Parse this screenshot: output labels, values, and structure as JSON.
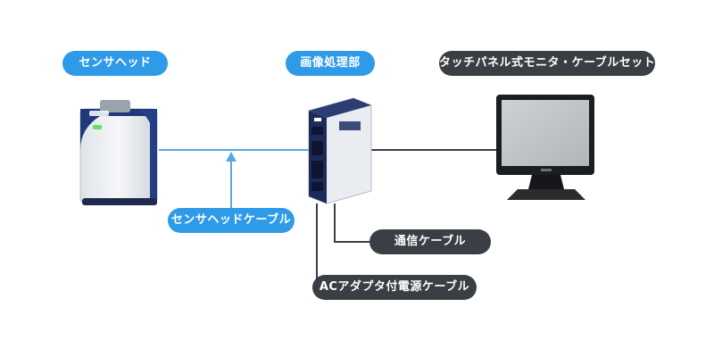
{
  "labels": {
    "sensor_head": "センサヘッド",
    "image_processor": "画像処理部",
    "monitor_set": "タッチパネル式モニタ・ケーブルセット",
    "sensor_cable": "センサヘッドケーブル",
    "comm_cable": "通信ケーブル",
    "ac_cable": "ACアダプタ付電源ケーブル"
  },
  "colors": {
    "blue_accent": "#2f9be8",
    "dark_label": "#3a3f45",
    "sensor_line": "#55a8e6",
    "cable_line": "#3a3f45",
    "device_navy": "#1f3a7a"
  },
  "icons": {
    "sensor_head": "sensor-head-device",
    "image_processor": "controller-device",
    "monitor": "touch-monitor-device"
  }
}
